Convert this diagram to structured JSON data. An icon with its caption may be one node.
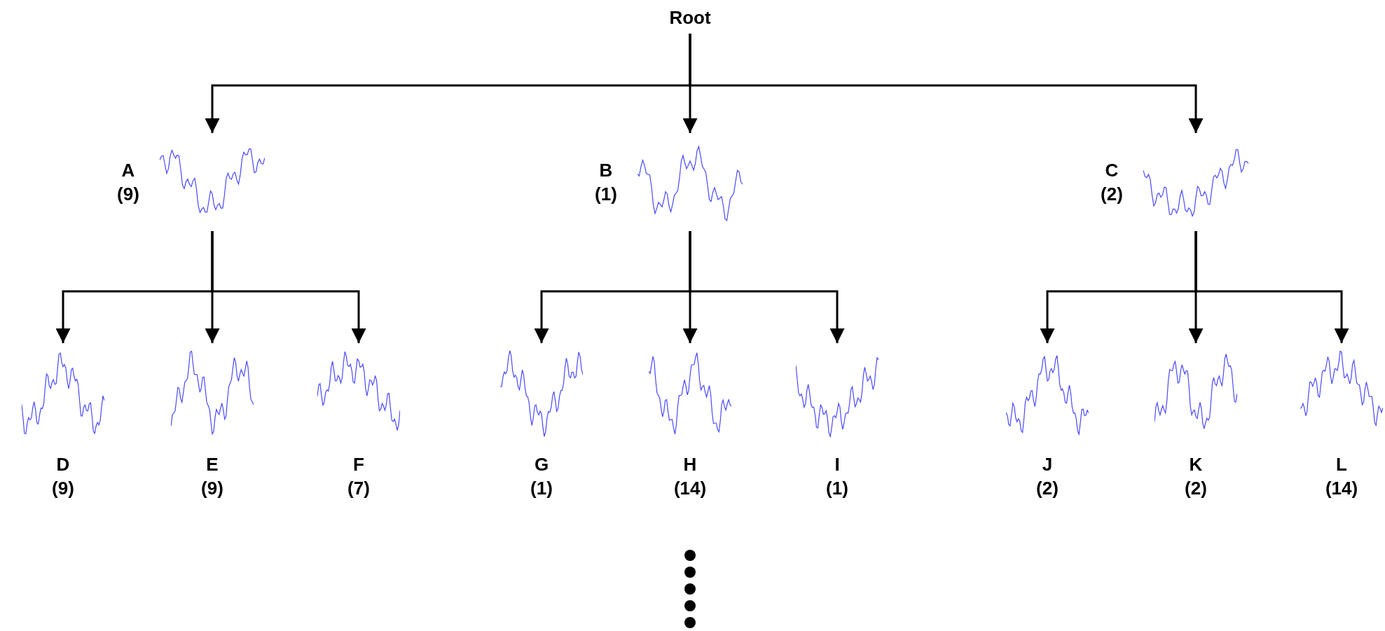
{
  "diagram": {
    "nodes": [
      {
        "text": [
          "Root"
        ]
      },
      {
        "text": [
          "A (9)"
        ]
      },
      {
        "text": [
          "B (1)"
        ]
      },
      {
        "text": [
          "C (2)"
        ]
      },
      {
        "text": [
          "D (9)"
        ]
      },
      {
        "text": [
          "E (9)"
        ]
      },
      {
        "text": [
          "F (7)"
        ]
      },
      {
        "text": [
          "G (1)"
        ]
      },
      {
        "text": [
          "H (14)"
        ]
      },
      {
        "text": [
          "I (1)"
        ]
      },
      {
        "text": [
          "J (2)"
        ]
      },
      {
        "text": [
          "K (2)"
        ]
      },
      {
        "text": [
          "L (14)"
        ]
      }
    ],
    "edges": [
      {
        "from": 0,
        "to": 1,
        "arrow": "to"
      },
      {
        "from": 0,
        "to": 2,
        "arrow": "to"
      },
      {
        "from": 0,
        "to": 3,
        "arrow": "to"
      },
      {
        "from": 1,
        "to": 4,
        "arrow": "to"
      },
      {
        "from": 1,
        "to": 5,
        "arrow": "to"
      },
      {
        "from": 1,
        "to": 6,
        "arrow": "to"
      },
      {
        "from": 2,
        "to": 7,
        "arrow": "to"
      },
      {
        "from": 2,
        "to": 8,
        "arrow": "to"
      },
      {
        "from": 2,
        "to": 9,
        "arrow": "to"
      },
      {
        "from": 3,
        "to": 10,
        "arrow": "to"
      },
      {
        "from": 3,
        "to": 11,
        "arrow": "to"
      },
      {
        "from": 3,
        "to": 12,
        "arrow": "to"
      }
    ]
  }
}
